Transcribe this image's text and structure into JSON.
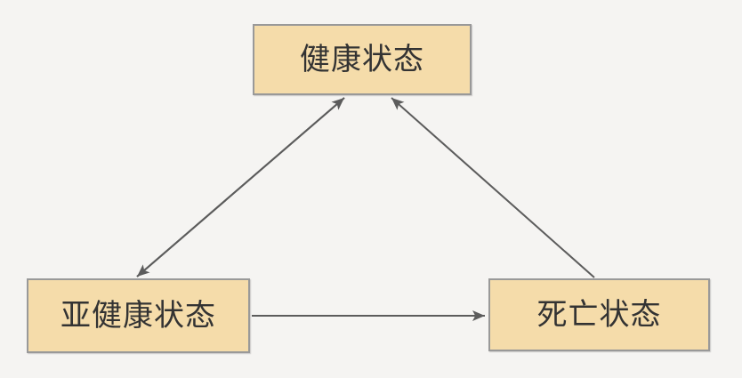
{
  "diagram": {
    "nodes": [
      {
        "id": "healthy",
        "label": "健康状态"
      },
      {
        "id": "subhealthy",
        "label": "亚健康状态"
      },
      {
        "id": "death",
        "label": "死亡状态"
      }
    ],
    "edges": [
      {
        "from": "subhealthy",
        "to": "healthy",
        "direction": "bidirectional"
      },
      {
        "from": "death",
        "to": "healthy",
        "direction": "one-way"
      },
      {
        "from": "subhealthy",
        "to": "death",
        "direction": "one-way"
      }
    ]
  },
  "colors": {
    "canvas-bg": "#f5f4f2",
    "node-fill": "#f5dcaa",
    "node-border": "#999999",
    "node-text": "#333333",
    "arrow": "#5c5c5c"
  }
}
